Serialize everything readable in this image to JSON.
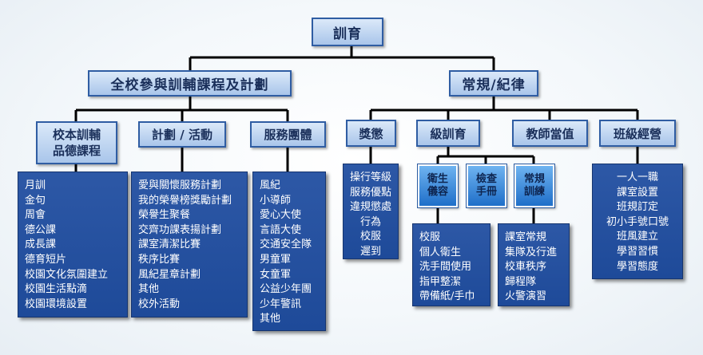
{
  "root": {
    "label": "訓育"
  },
  "level1": {
    "left": "全校參與訓輔課程及計劃",
    "right": "常規/紀律"
  },
  "categories": {
    "school_based": "校本訓輔\n品德課程",
    "plan_activity": "計劃 / 活動",
    "service_groups": "服務團體",
    "reward_punish": "獎懲",
    "class_training": "級訓育",
    "teacher_duty": "教師當值",
    "class_management": "班級經營"
  },
  "sub_categories": {
    "hygiene": "衛生\n儀容",
    "check_book": "檢查\n手冊",
    "routine_training": "常規\n訓練"
  },
  "lists": {
    "school_based": [
      "月訓",
      "金句",
      "周會",
      "德公課",
      "成長課",
      "德育短片",
      "校園文化氛圍建立",
      "校園生活點滴",
      "校園環境設置"
    ],
    "plan_activity": [
      "愛與關懷服務計劃",
      "我的榮譽榜獎勵計劃",
      "榮譽生聚餐",
      "交齊功課表揚計劃",
      "課室清潔比賽",
      "秩序比賽",
      "風紀星章計劃",
      "其他",
      "校外活動"
    ],
    "service_groups": [
      "風紀",
      "小導師",
      "愛心大使",
      "言語大使",
      "交通安全隊",
      "男童軍",
      "女童軍",
      "公益少年團",
      "少年警訊",
      "其他"
    ],
    "reward_punish": [
      "操行等級",
      "服務優點",
      "違規懲處",
      "行為",
      "校服",
      "遲到"
    ],
    "hygiene": [
      "校服",
      "個人衛生",
      "洗手間使用",
      "指甲整潔",
      "帶備紙/手巾"
    ],
    "routine_training": [
      "課室常規",
      "集隊及行進",
      "校車秩序",
      "歸程隊",
      "火警演習"
    ],
    "class_management": [
      "一人一職",
      "課室設置",
      "班規訂定",
      "初小手號口號",
      "班風建立",
      "學習習慣",
      "學習態度"
    ]
  },
  "colors": {
    "connector": "#000000",
    "header_border": "#2f5da3",
    "list_bg": "#1e4a99"
  }
}
